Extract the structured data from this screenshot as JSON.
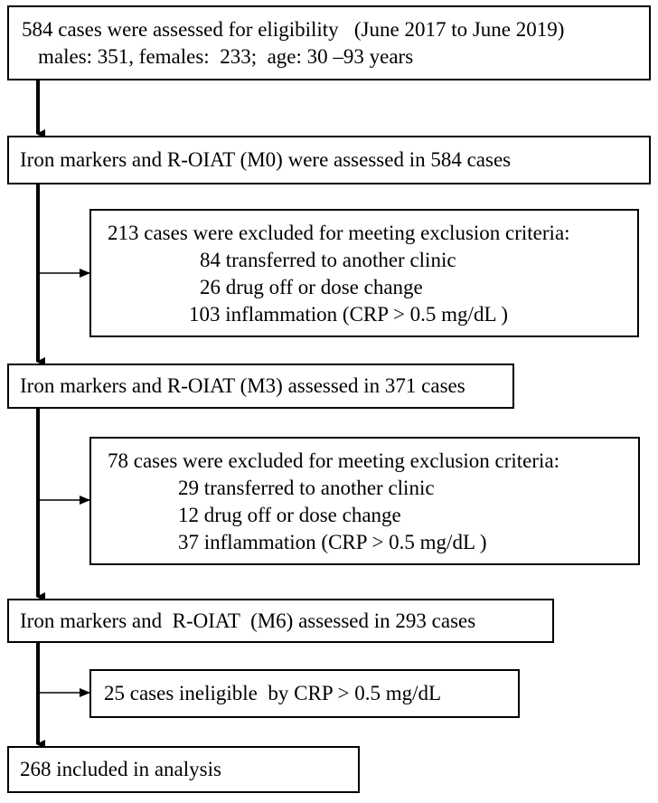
{
  "boxes": {
    "enrollment": {
      "line1": "584 cases were assessed for eligibility   (June 2017 to June 2019)",
      "line2": "males: 351, females:  233;  age: 30 –93 years"
    },
    "m0": {
      "line1": "Iron markers and R-OIAT (M0) were assessed in 584 cases"
    },
    "exclusion1": {
      "header": "213 cases were excluded for meeting exclusion criteria:",
      "items": [
        "84 transferred to another clinic",
        "26 drug off or dose change",
        "103 inflammation (CRP > 0.5 mg/dL )"
      ]
    },
    "m3": {
      "line1": "Iron markers and R-OIAT (M3) assessed in 371 cases"
    },
    "exclusion2": {
      "header": "78 cases were excluded for meeting exclusion criteria:",
      "items": [
        "29 transferred to another clinic",
        "12 drug off or dose change",
        "37 inflammation (CRP > 0.5 mg/dL )"
      ]
    },
    "m6": {
      "line1": "Iron markers and  R-OIAT  (M6) assessed in 293 cases"
    },
    "exclusion3": {
      "line1": "25 cases ineligible  by CRP > 0.5 mg/dL"
    },
    "analysis": {
      "line1": "268 included in analysis"
    }
  }
}
